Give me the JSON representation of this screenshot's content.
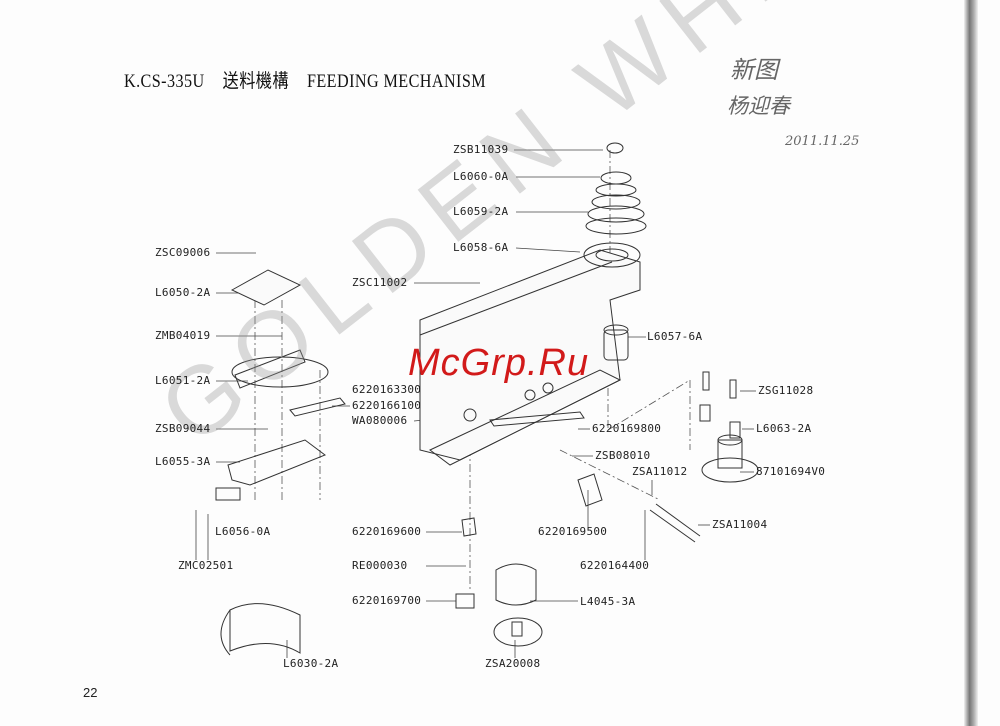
{
  "header": {
    "model": "K.CS-335U",
    "title_cn": "送料機構",
    "title_en": "FEEDING MECHANISM"
  },
  "handwriting": {
    "line1": "新图",
    "line2": "杨迎春",
    "date": "2011.11.25"
  },
  "watermarks": {
    "site": "McGrp.Ru",
    "brand": "GOLDEN WHEEL"
  },
  "part_labels": [
    "ZSB11039",
    "L6060-0A",
    "L6059-2A",
    "L6058-6A",
    "ZSC09006",
    "ZSC11002",
    "L6050-2A",
    "ZMB04019",
    "L6057-6A",
    "L6051-2A",
    "6220163300",
    "6220166100",
    "WA080006",
    "ZSG11028",
    "ZSB09044",
    "6220169800",
    "L6063-2A",
    "L6055-3A",
    "ZSB08010",
    "ZSA11012",
    "87101694V0",
    "L6056-0A",
    "ZSA11004",
    "6220169600",
    "6220169500",
    "ZMC02501",
    "RE000030",
    "6220164400",
    "6220169700",
    "L4045-3A",
    "L6030-2A",
    "ZSA20008"
  ],
  "page_number": "22"
}
